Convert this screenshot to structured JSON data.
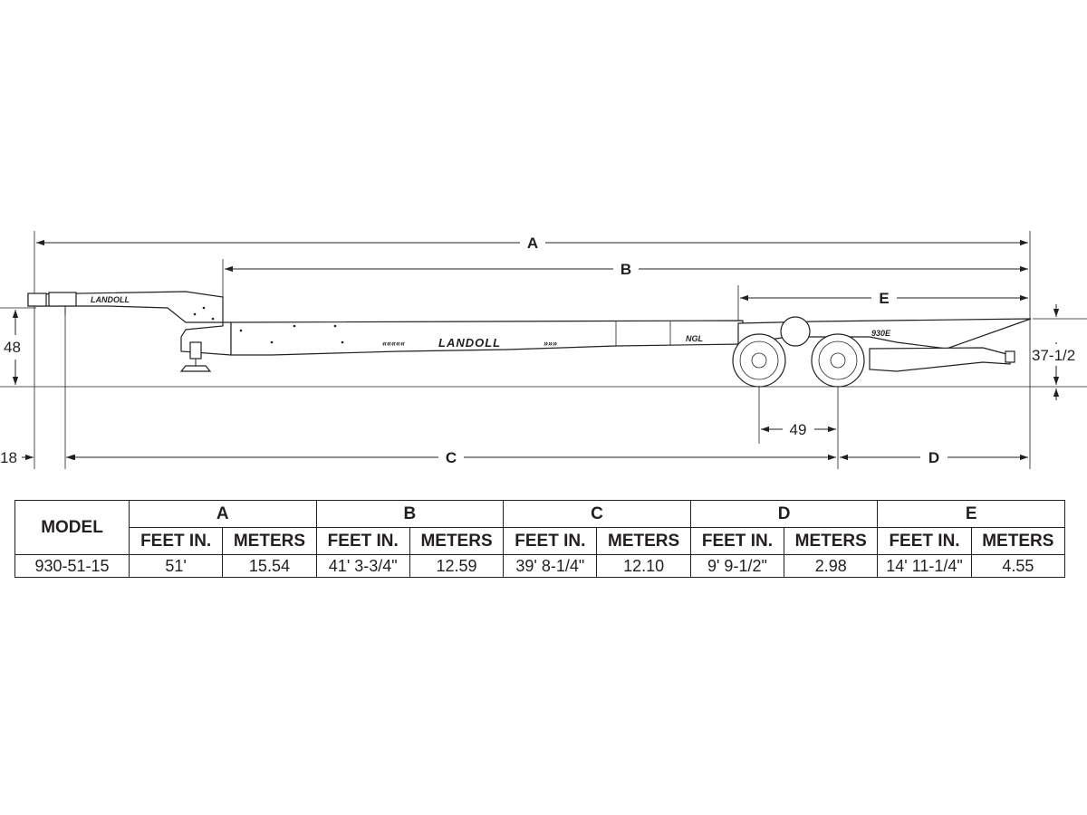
{
  "dimensions": {
    "A": "A",
    "B": "B",
    "C": "C",
    "D": "D",
    "E": "E",
    "height_front": "48",
    "height_rear": "37-1/2",
    "offset_front": "18",
    "axle_spacing": "49"
  },
  "branding": {
    "logo_main": "LANDOLL",
    "logo_small": "LANDOLL",
    "model_badge": "930E",
    "ngl_badge": "NGL"
  },
  "table": {
    "model_header": "MODEL",
    "group_headers": [
      "A",
      "B",
      "C",
      "D",
      "E"
    ],
    "unit_headers": [
      "FEET IN.",
      "METERS"
    ],
    "rows": [
      {
        "model": "930-51-15",
        "values": [
          "51'",
          "15.54",
          "41' 3-3/4\"",
          "12.59",
          "39' 8-1/4\"",
          "12.10",
          "9' 9-1/2\"",
          "2.98",
          "14' 11-1/4\"",
          "4.55"
        ]
      }
    ]
  }
}
